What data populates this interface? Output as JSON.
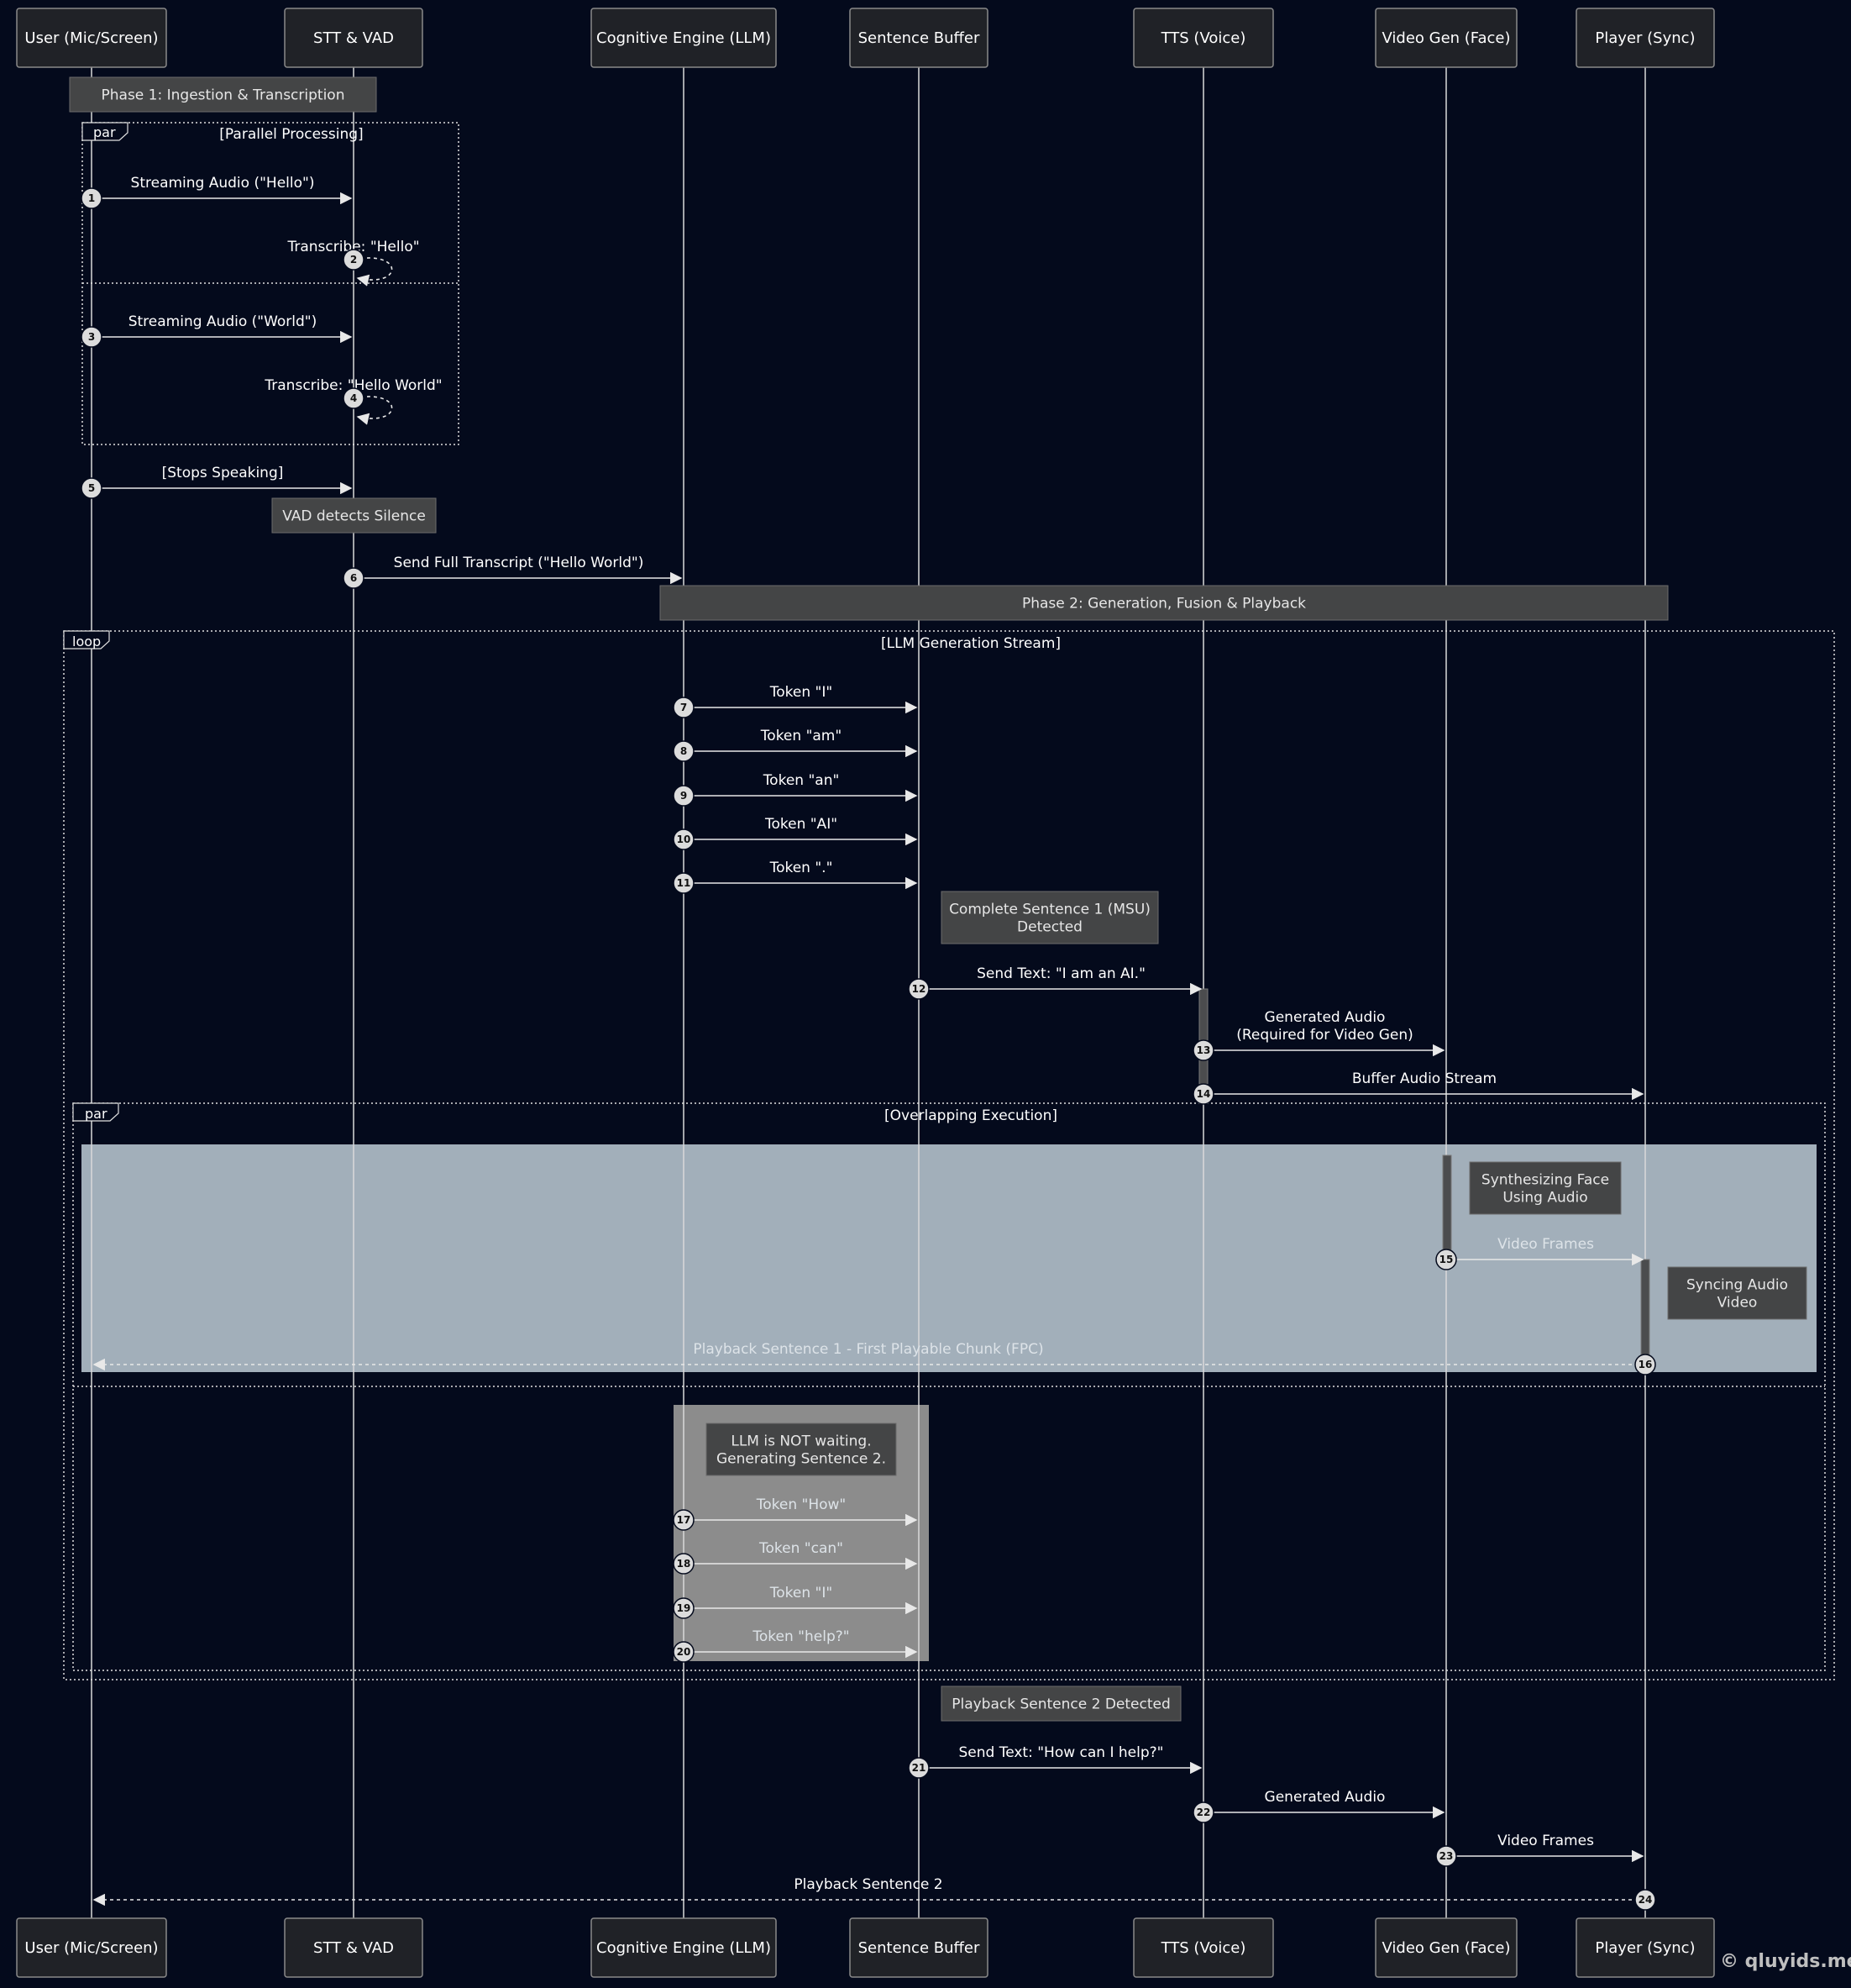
{
  "actors": [
    {
      "id": "user",
      "label": "User (Mic/Screen)"
    },
    {
      "id": "stt",
      "label": "STT & VAD"
    },
    {
      "id": "llm",
      "label": "Cognitive Engine (LLM)"
    },
    {
      "id": "buf",
      "label": "Sentence Buffer"
    },
    {
      "id": "tts",
      "label": "TTS (Voice)"
    },
    {
      "id": "vid",
      "label": "Video Gen (Face)"
    },
    {
      "id": "player",
      "label": "Player (Sync)"
    }
  ],
  "frames": [
    {
      "id": "par1",
      "kind": "par",
      "label": "[Parallel Processing]"
    },
    {
      "id": "loop1",
      "kind": "loop",
      "label": "[LLM Generation Stream]"
    },
    {
      "id": "par2",
      "kind": "par",
      "label": "[Overlapping Execution]"
    }
  ],
  "notes": [
    {
      "id": "phase1",
      "lines": [
        "Phase 1: Ingestion & Transcription"
      ]
    },
    {
      "id": "vad",
      "lines": [
        "VAD detects Silence"
      ]
    },
    {
      "id": "phase2",
      "lines": [
        "Phase 2: Generation, Fusion & Playback"
      ]
    },
    {
      "id": "msu",
      "lines": [
        "Complete Sentence 1 (MSU)",
        "Detected"
      ]
    },
    {
      "id": "synth",
      "lines": [
        "Synthesizing Face",
        "Using Audio"
      ]
    },
    {
      "id": "sync",
      "lines": [
        "Syncing Audio",
        "Video"
      ]
    },
    {
      "id": "notwaiting",
      "lines": [
        "LLM is NOT waiting.",
        "Generating Sentence 2."
      ]
    },
    {
      "id": "pb2",
      "lines": [
        "Playback Sentence 2 Detected"
      ]
    }
  ],
  "messages": [
    {
      "n": 1,
      "from": "user",
      "to": "stt",
      "text": [
        "Streaming Audio (\"Hello\")"
      ]
    },
    {
      "n": 2,
      "from": "stt",
      "to": "stt",
      "text": [
        "Transcribe: \"Hello\""
      ]
    },
    {
      "n": 3,
      "from": "user",
      "to": "stt",
      "text": [
        "Streaming Audio (\"World\")"
      ]
    },
    {
      "n": 4,
      "from": "stt",
      "to": "stt",
      "text": [
        "Transcribe: \"Hello World\""
      ]
    },
    {
      "n": 5,
      "from": "user",
      "to": "stt",
      "text": [
        "[Stops Speaking]"
      ]
    },
    {
      "n": 6,
      "from": "stt",
      "to": "llm",
      "text": [
        "Send Full Transcript (\"Hello World\")"
      ]
    },
    {
      "n": 7,
      "from": "llm",
      "to": "buf",
      "text": [
        "Token \"I\""
      ]
    },
    {
      "n": 8,
      "from": "llm",
      "to": "buf",
      "text": [
        "Token \"am\""
      ]
    },
    {
      "n": 9,
      "from": "llm",
      "to": "buf",
      "text": [
        "Token \"an\""
      ]
    },
    {
      "n": 10,
      "from": "llm",
      "to": "buf",
      "text": [
        "Token \"AI\""
      ]
    },
    {
      "n": 11,
      "from": "llm",
      "to": "buf",
      "text": [
        "Token \".\""
      ]
    },
    {
      "n": 12,
      "from": "buf",
      "to": "tts",
      "text": [
        "Send Text: \"I am an AI.\""
      ]
    },
    {
      "n": 13,
      "from": "tts",
      "to": "vid",
      "text": [
        "Generated Audio",
        "(Required for Video Gen)"
      ]
    },
    {
      "n": 14,
      "from": "tts",
      "to": "player",
      "text": [
        "Buffer Audio Stream"
      ]
    },
    {
      "n": 15,
      "from": "vid",
      "to": "player",
      "text": [
        "Video Frames"
      ]
    },
    {
      "n": 16,
      "from": "player",
      "to": "user",
      "text": [
        "Playback Sentence 1 - First Playable Chunk (FPC)"
      ]
    },
    {
      "n": 17,
      "from": "llm",
      "to": "buf",
      "text": [
        "Token \"How\""
      ]
    },
    {
      "n": 18,
      "from": "llm",
      "to": "buf",
      "text": [
        "Token \"can\""
      ]
    },
    {
      "n": 19,
      "from": "llm",
      "to": "buf",
      "text": [
        "Token \"I\""
      ]
    },
    {
      "n": 20,
      "from": "llm",
      "to": "buf",
      "text": [
        "Token \"help?\""
      ]
    },
    {
      "n": 21,
      "from": "buf",
      "to": "tts",
      "text": [
        "Send Text: \"How can I help?\""
      ]
    },
    {
      "n": 22,
      "from": "tts",
      "to": "vid",
      "text": [
        "Generated Audio"
      ]
    },
    {
      "n": 23,
      "from": "vid",
      "to": "player",
      "text": [
        "Video Frames"
      ]
    },
    {
      "n": 24,
      "from": "player",
      "to": "user",
      "text": [
        "Playback Sentence 2"
      ]
    }
  ],
  "watermark": "© qluyids.me"
}
